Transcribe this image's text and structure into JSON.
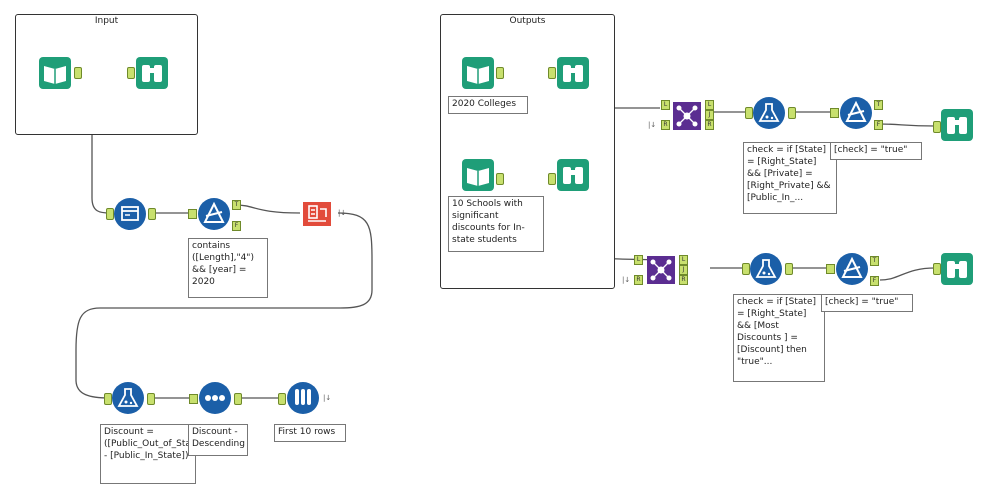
{
  "containers": {
    "input_title": "Input",
    "outputs_title": "Outputs"
  },
  "annotations": {
    "filter1": "contains ([Length],\"4\") && [year] = 2020",
    "formula_discount": "Discount = ([Public_Out_of_State] - [Public_In_State])",
    "sort": "Discount - Descending",
    "sample": "First 10 rows",
    "input_2020": "2020 Colleges",
    "input_10schools": "10 Schools with significant discounts for In-state students",
    "formula_check1": "check = if [State] = [Right_State] && [Private] = [Right_Private] && [Public_In_...",
    "filter_check1": "[check] = \"true\"",
    "formula_check2": "check = if [State] = [Right_State] && [Most Discounts ] = [Discount] then \"true\"...",
    "filter_check2": "[check] = \"true\""
  },
  "anchor_labels": {
    "t": "T",
    "f": "F",
    "l": "L",
    "j": "J",
    "r": "R"
  },
  "misc": {
    "join1_small": "|↓",
    "join2_small": "|↓"
  },
  "colors": {
    "input_green": "#1f9e78",
    "browse_green": "#1f9e78",
    "prep_blue": "#1b5fa8",
    "join_purple": "#5b2d91",
    "parse_red": "#e24b3b",
    "anchor_green": "#c8e06e"
  }
}
